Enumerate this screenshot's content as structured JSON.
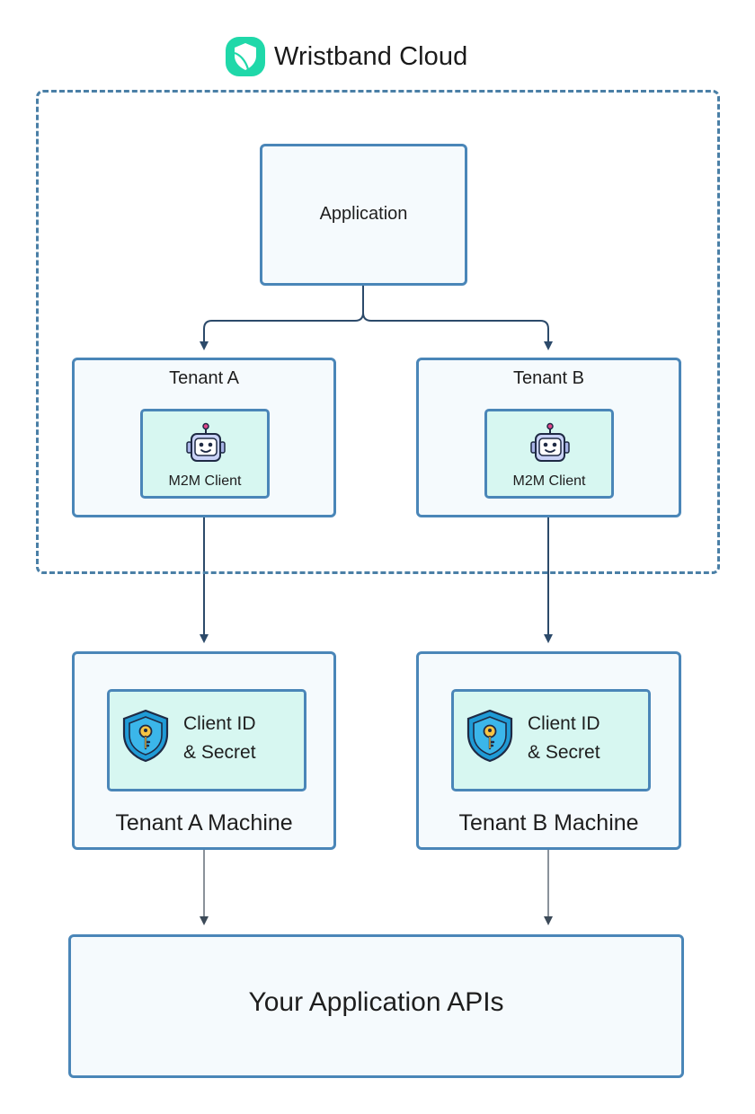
{
  "header": {
    "title": "Wristband Cloud",
    "logo_icon": "wristband-shield-logo-icon",
    "logo_color": "#1fd8a9"
  },
  "application": {
    "label": "Application"
  },
  "tenants": [
    {
      "label": "Tenant A",
      "client_label": "M2M Client",
      "client_icon": "robot-icon",
      "machine": {
        "label": "Tenant A Machine",
        "credential_icon": "shield-key-icon",
        "credential_line1": "Client ID",
        "credential_line2": "& Secret"
      }
    },
    {
      "label": "Tenant B",
      "client_label": "M2M Client",
      "client_icon": "robot-icon",
      "machine": {
        "label": "Tenant B Machine",
        "credential_icon": "shield-key-icon",
        "credential_line1": "Client ID",
        "credential_line2": "& Secret"
      }
    }
  ],
  "apis": {
    "label": "Your Application APIs"
  },
  "colors": {
    "box_border": "#4a86b8",
    "box_fill": "#f5fafd",
    "inner_fill": "#d7f7f1",
    "connector": "#2c4a6a",
    "dashed_border": "#4a7fa6"
  }
}
